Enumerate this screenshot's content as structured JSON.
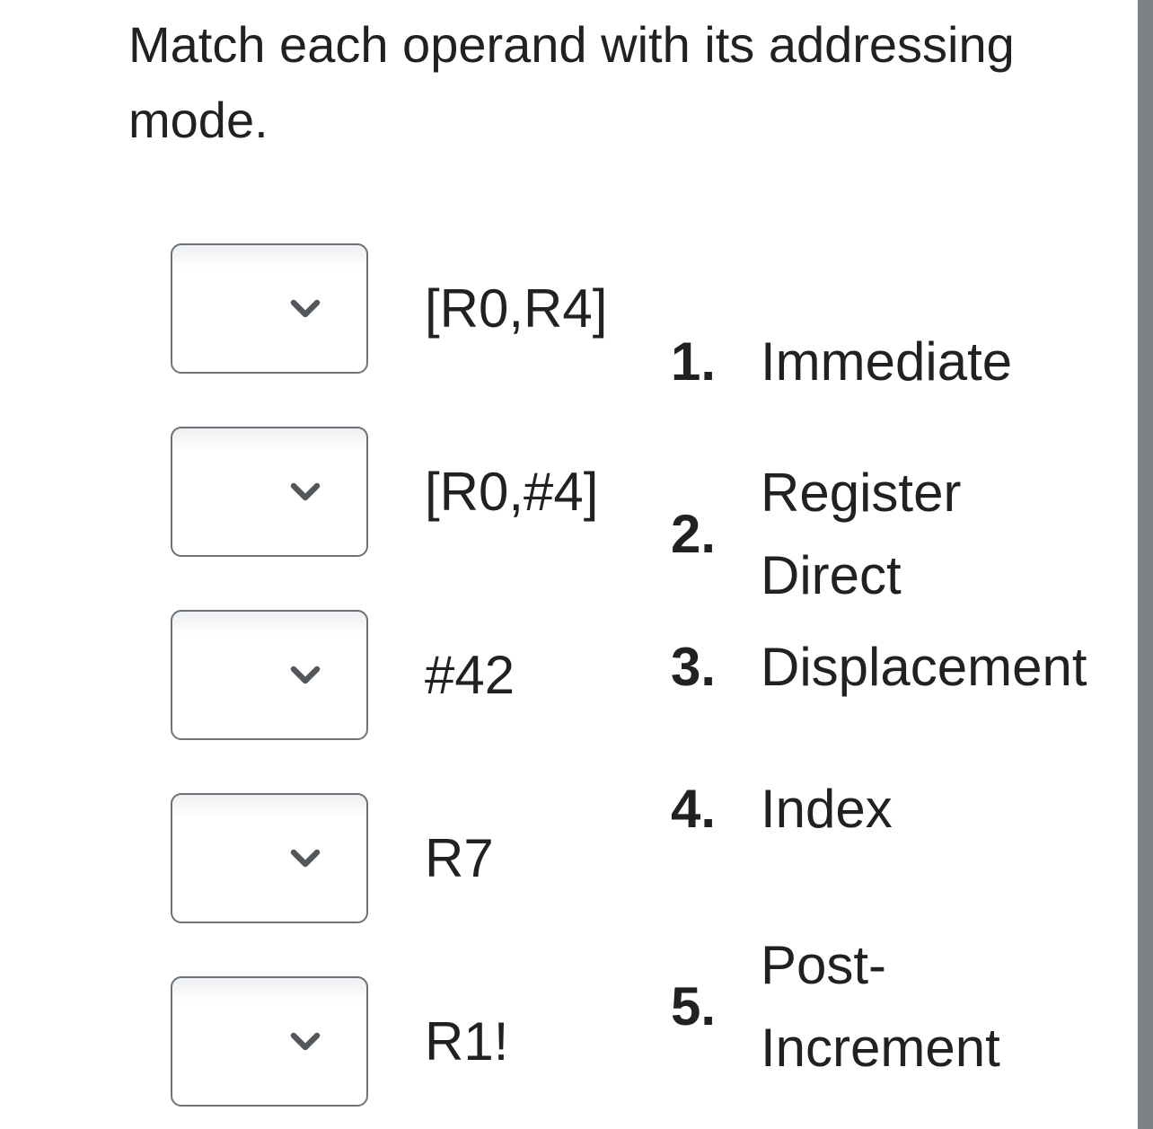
{
  "question": {
    "prompt": "Match each operand with its addressing mode.",
    "pairs": [
      {
        "operand": "[R0,R4]",
        "value": ""
      },
      {
        "operand": "[R0,#4]",
        "value": ""
      },
      {
        "operand": "#42",
        "value": ""
      },
      {
        "operand": "R7",
        "value": ""
      },
      {
        "operand": "R1!",
        "value": ""
      }
    ],
    "choices": [
      {
        "number": "1.",
        "label": "Immediate"
      },
      {
        "number": "2.",
        "label": "Register Direct"
      },
      {
        "number": "3.",
        "label": "Displacement"
      },
      {
        "number": "4.",
        "label": "Index"
      },
      {
        "number": "5.",
        "label": "Post-Increment"
      }
    ]
  },
  "icons": {
    "dropdown": "chevron-down-icon"
  },
  "colors": {
    "text": "#202122",
    "select_border": "#6c7277",
    "chevron": "#54585c",
    "select_gradient_top": "#edeff1",
    "scrollbar": "#7e8285",
    "background": "#ffffff"
  }
}
